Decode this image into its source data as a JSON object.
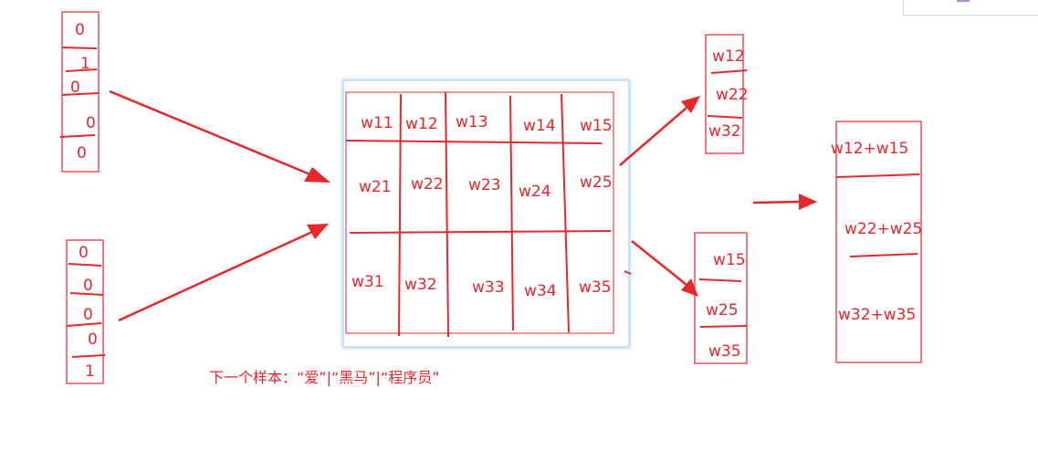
{
  "colors": {
    "accent": "#e8262b",
    "matrix_shadow": "#8fc3f3"
  },
  "input_vector_1": [
    "0",
    "1",
    "0",
    "0",
    "0"
  ],
  "input_vector_2": [
    "0",
    "0",
    "0",
    "0",
    "1"
  ],
  "weight_matrix": [
    [
      "w11",
      "w12",
      "w13",
      "w14",
      "w15"
    ],
    [
      "w21",
      "w22",
      "w23",
      "w24",
      "w25"
    ],
    [
      "w31",
      "w32",
      "w33",
      "w34",
      "w35"
    ]
  ],
  "output_vector_1": [
    "w12",
    "w22",
    "w32"
  ],
  "output_vector_2": [
    "w15",
    "w25",
    "w35"
  ],
  "sum_vector": [
    "w12+w15",
    "w22+w25",
    "w32+w35"
  ],
  "caption": "下一个样本：“爱”|“黑马”|“程序员”"
}
